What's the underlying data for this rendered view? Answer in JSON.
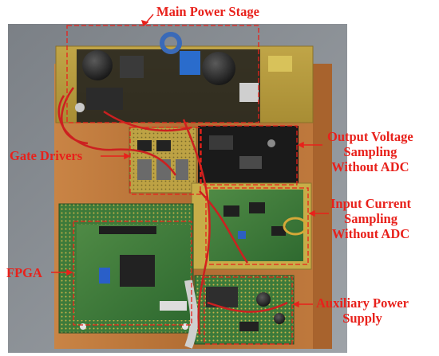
{
  "colors": {
    "annotation_red": "#e8211b",
    "board_fr4_yellow": "#b59a3a",
    "board_green": "#3f7a3a",
    "wood_base": "#b8743a",
    "background_gray": "#8f949a",
    "wire_red": "#cc2020"
  },
  "labels": {
    "main_power_stage": "Main Power Stage",
    "gate_drivers": "Gate Drivers",
    "output_voltage": [
      "Output Voltage",
      "Sampling",
      "Without ADC"
    ],
    "input_current": [
      "Input Current",
      "Sampling",
      "Without ADC"
    ],
    "fpga": "FPGA",
    "auxiliary_power": [
      "Auxiliary Power",
      "Supply"
    ]
  }
}
